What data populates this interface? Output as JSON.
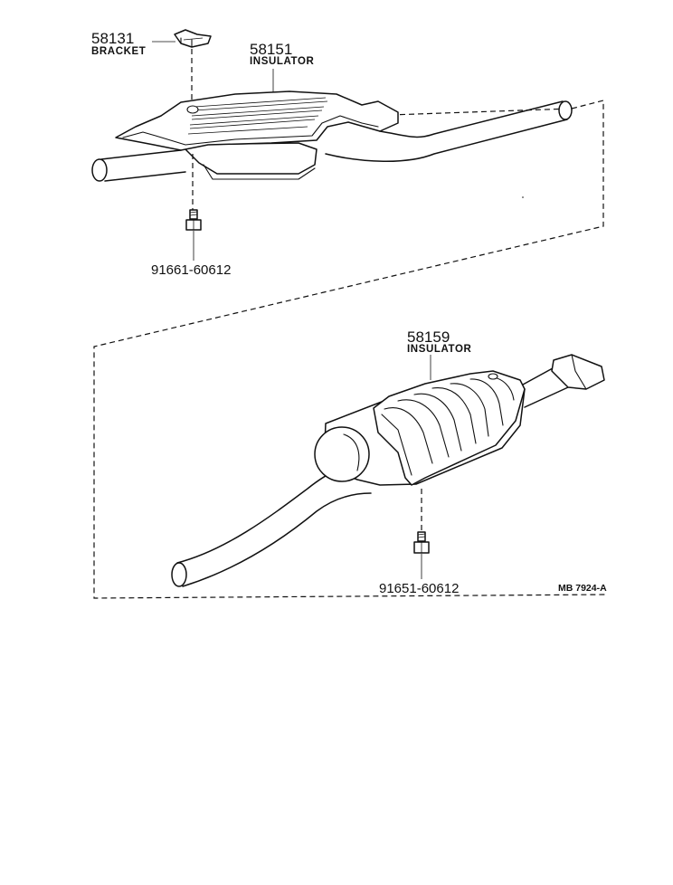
{
  "parts": [
    {
      "number": "58131",
      "name": "BRACKET"
    },
    {
      "number": "58151",
      "name": "INSULATOR"
    },
    {
      "number": "58159",
      "name": "INSULATOR"
    }
  ],
  "bolts": [
    {
      "part_number": "91661-60612"
    },
    {
      "part_number": "91651-60612"
    }
  ],
  "reference": "MB 7924-A"
}
